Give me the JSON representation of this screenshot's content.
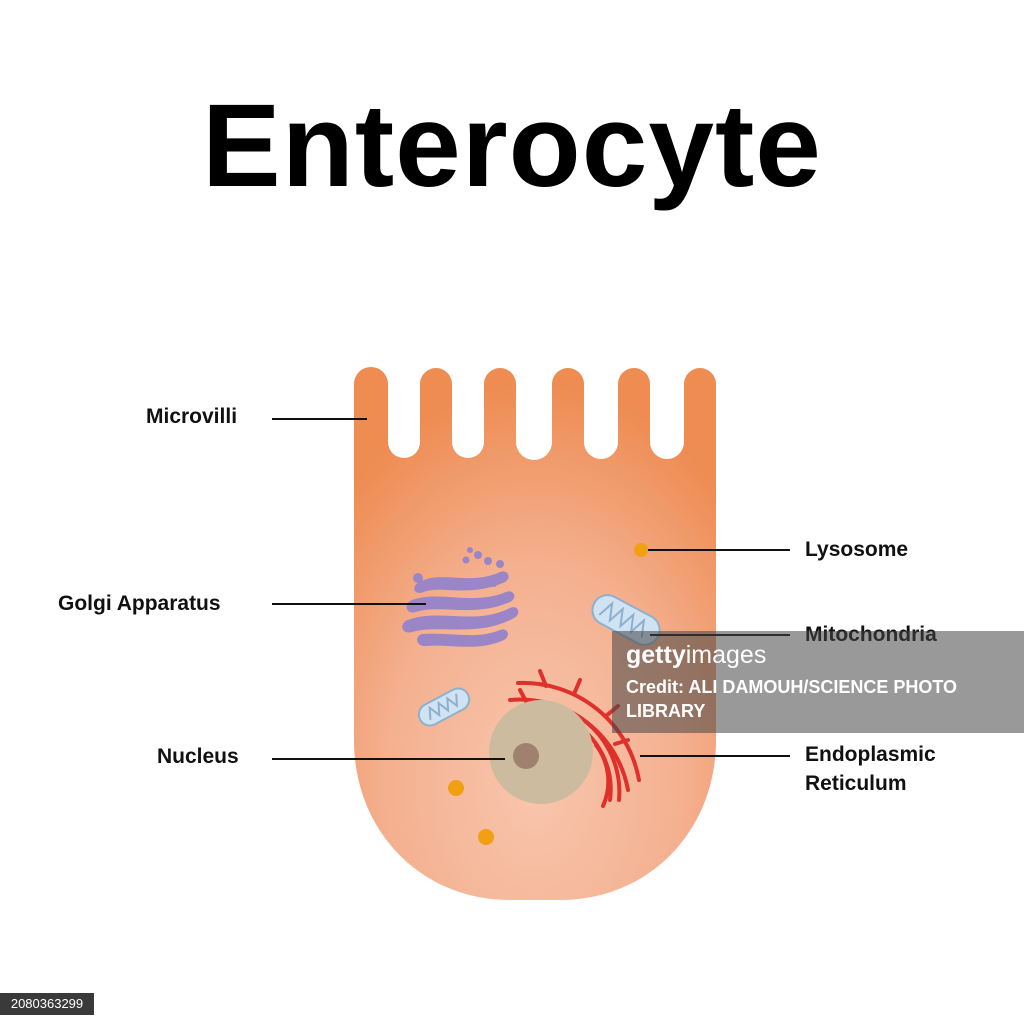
{
  "title": "Enterocyte",
  "labels": {
    "microvilli": "Microvilli",
    "golgi": "Golgi Apparatus",
    "nucleus": "Nucleus",
    "lysosome": "Lysosome",
    "mitochondria": "Mitochondria",
    "er_line1": "Endoplasmic",
    "er_line2": "Reticulum"
  },
  "watermark": {
    "brand_bold": "getty",
    "brand_light": "images",
    "credit": "Credit: ALI DAMOUH/SCIENCE PHOTO LIBRARY"
  },
  "image_id": "2080363299",
  "colors": {
    "cell_top": "#ee8f55",
    "cell_bottom": "#f7c3aa",
    "golgi": "#9a86c6",
    "mitochondria": "#cfe3f3",
    "nucleus": "#cdbba0",
    "nucleolus": "#a0806e",
    "er": "#e0302c",
    "lysosome": "#f0a010"
  }
}
